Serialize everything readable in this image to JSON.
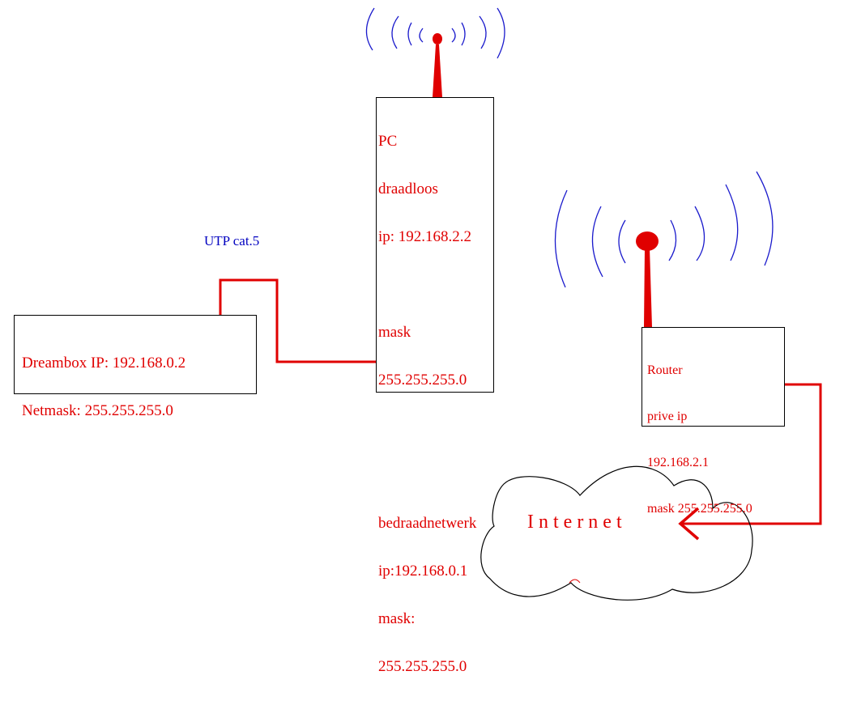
{
  "colors": {
    "accent_red": "#e00000",
    "label_blue": "#0000c0",
    "wave_blue": "#1a1acc",
    "outline": "#000000"
  },
  "dreambox": {
    "line1": "Dreambox IP: 192.168.0.2",
    "line2": "Netmask: 255.255.255.0"
  },
  "pc": {
    "title": "PC",
    "wireless": "draadloos",
    "wireless_ip": "ip: 192.168.2.2",
    "wireless_mask_label": "mask",
    "wireless_mask": "255.255.255.0",
    "wired": "bedraadnetwerk",
    "wired_ip": "ip:192.168.0.1",
    "wired_mask_label": "mask:",
    "wired_mask": "255.255.255.0"
  },
  "router": {
    "title": "Router",
    "line2": "prive ip",
    "line3": "192.168.2.1",
    "line4": "mask 255.255.255.0"
  },
  "cable_label": "UTP cat.5",
  "cloud_label": "I n t e r n e t"
}
